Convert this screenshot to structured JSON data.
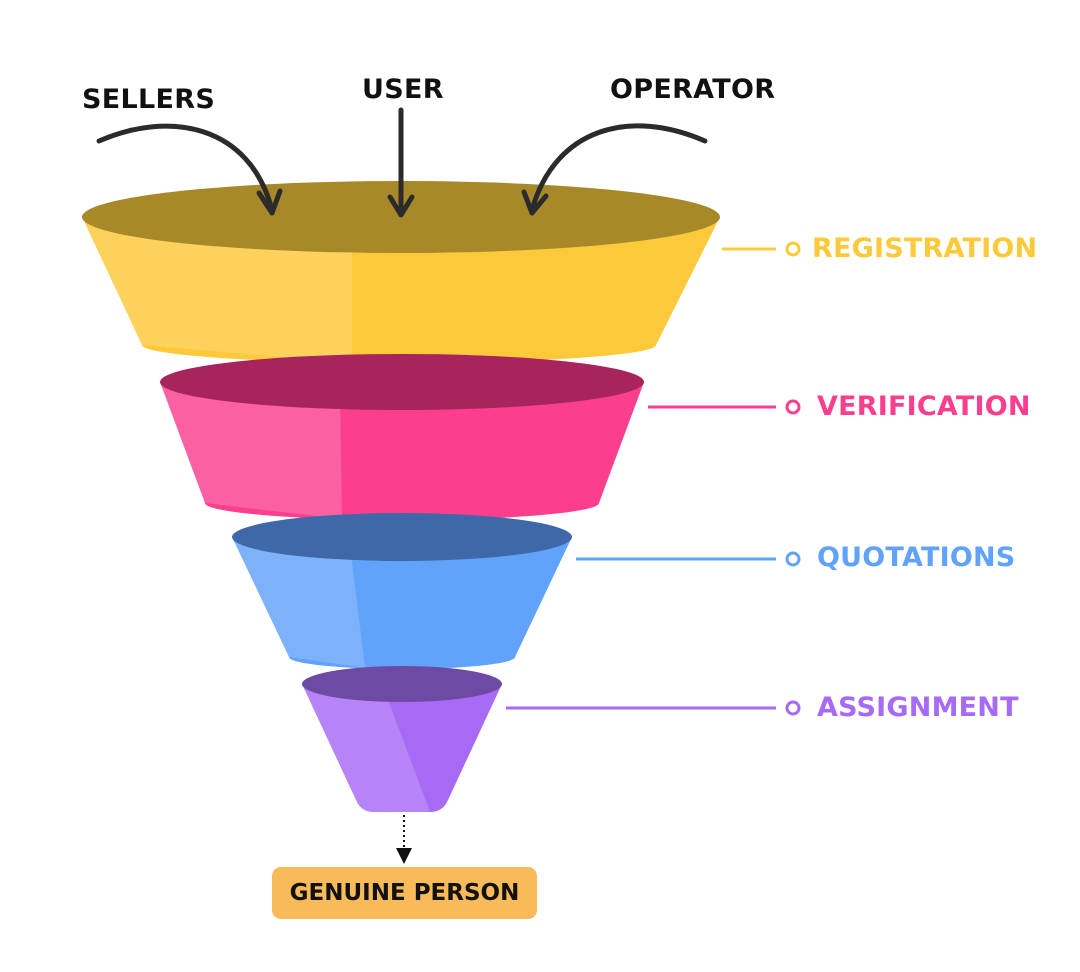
{
  "sources": [
    {
      "id": "sellers",
      "label": "SELLERS"
    },
    {
      "id": "user",
      "label": "USER"
    },
    {
      "id": "operator",
      "label": "OPERATOR"
    }
  ],
  "stages": [
    {
      "id": "registration",
      "label": "REGISTRATION",
      "color": "#FCC93A",
      "rim_color": "#A8892A"
    },
    {
      "id": "verification",
      "label": "VERIFICATION",
      "color": "#FB3E8E",
      "rim_color": "#A8245C"
    },
    {
      "id": "quotations",
      "label": "QUOTATIONS",
      "color": "#61A2FB",
      "rim_color": "#3F68A8"
    },
    {
      "id": "assignment",
      "label": "ASSIGNMENT",
      "color": "#A76AF5",
      "rim_color": "#6D4AA3"
    }
  ],
  "result": {
    "label": "GENUINE PERSON",
    "color": "#F9BA5A"
  },
  "arrow_color": "#2B2B2B"
}
